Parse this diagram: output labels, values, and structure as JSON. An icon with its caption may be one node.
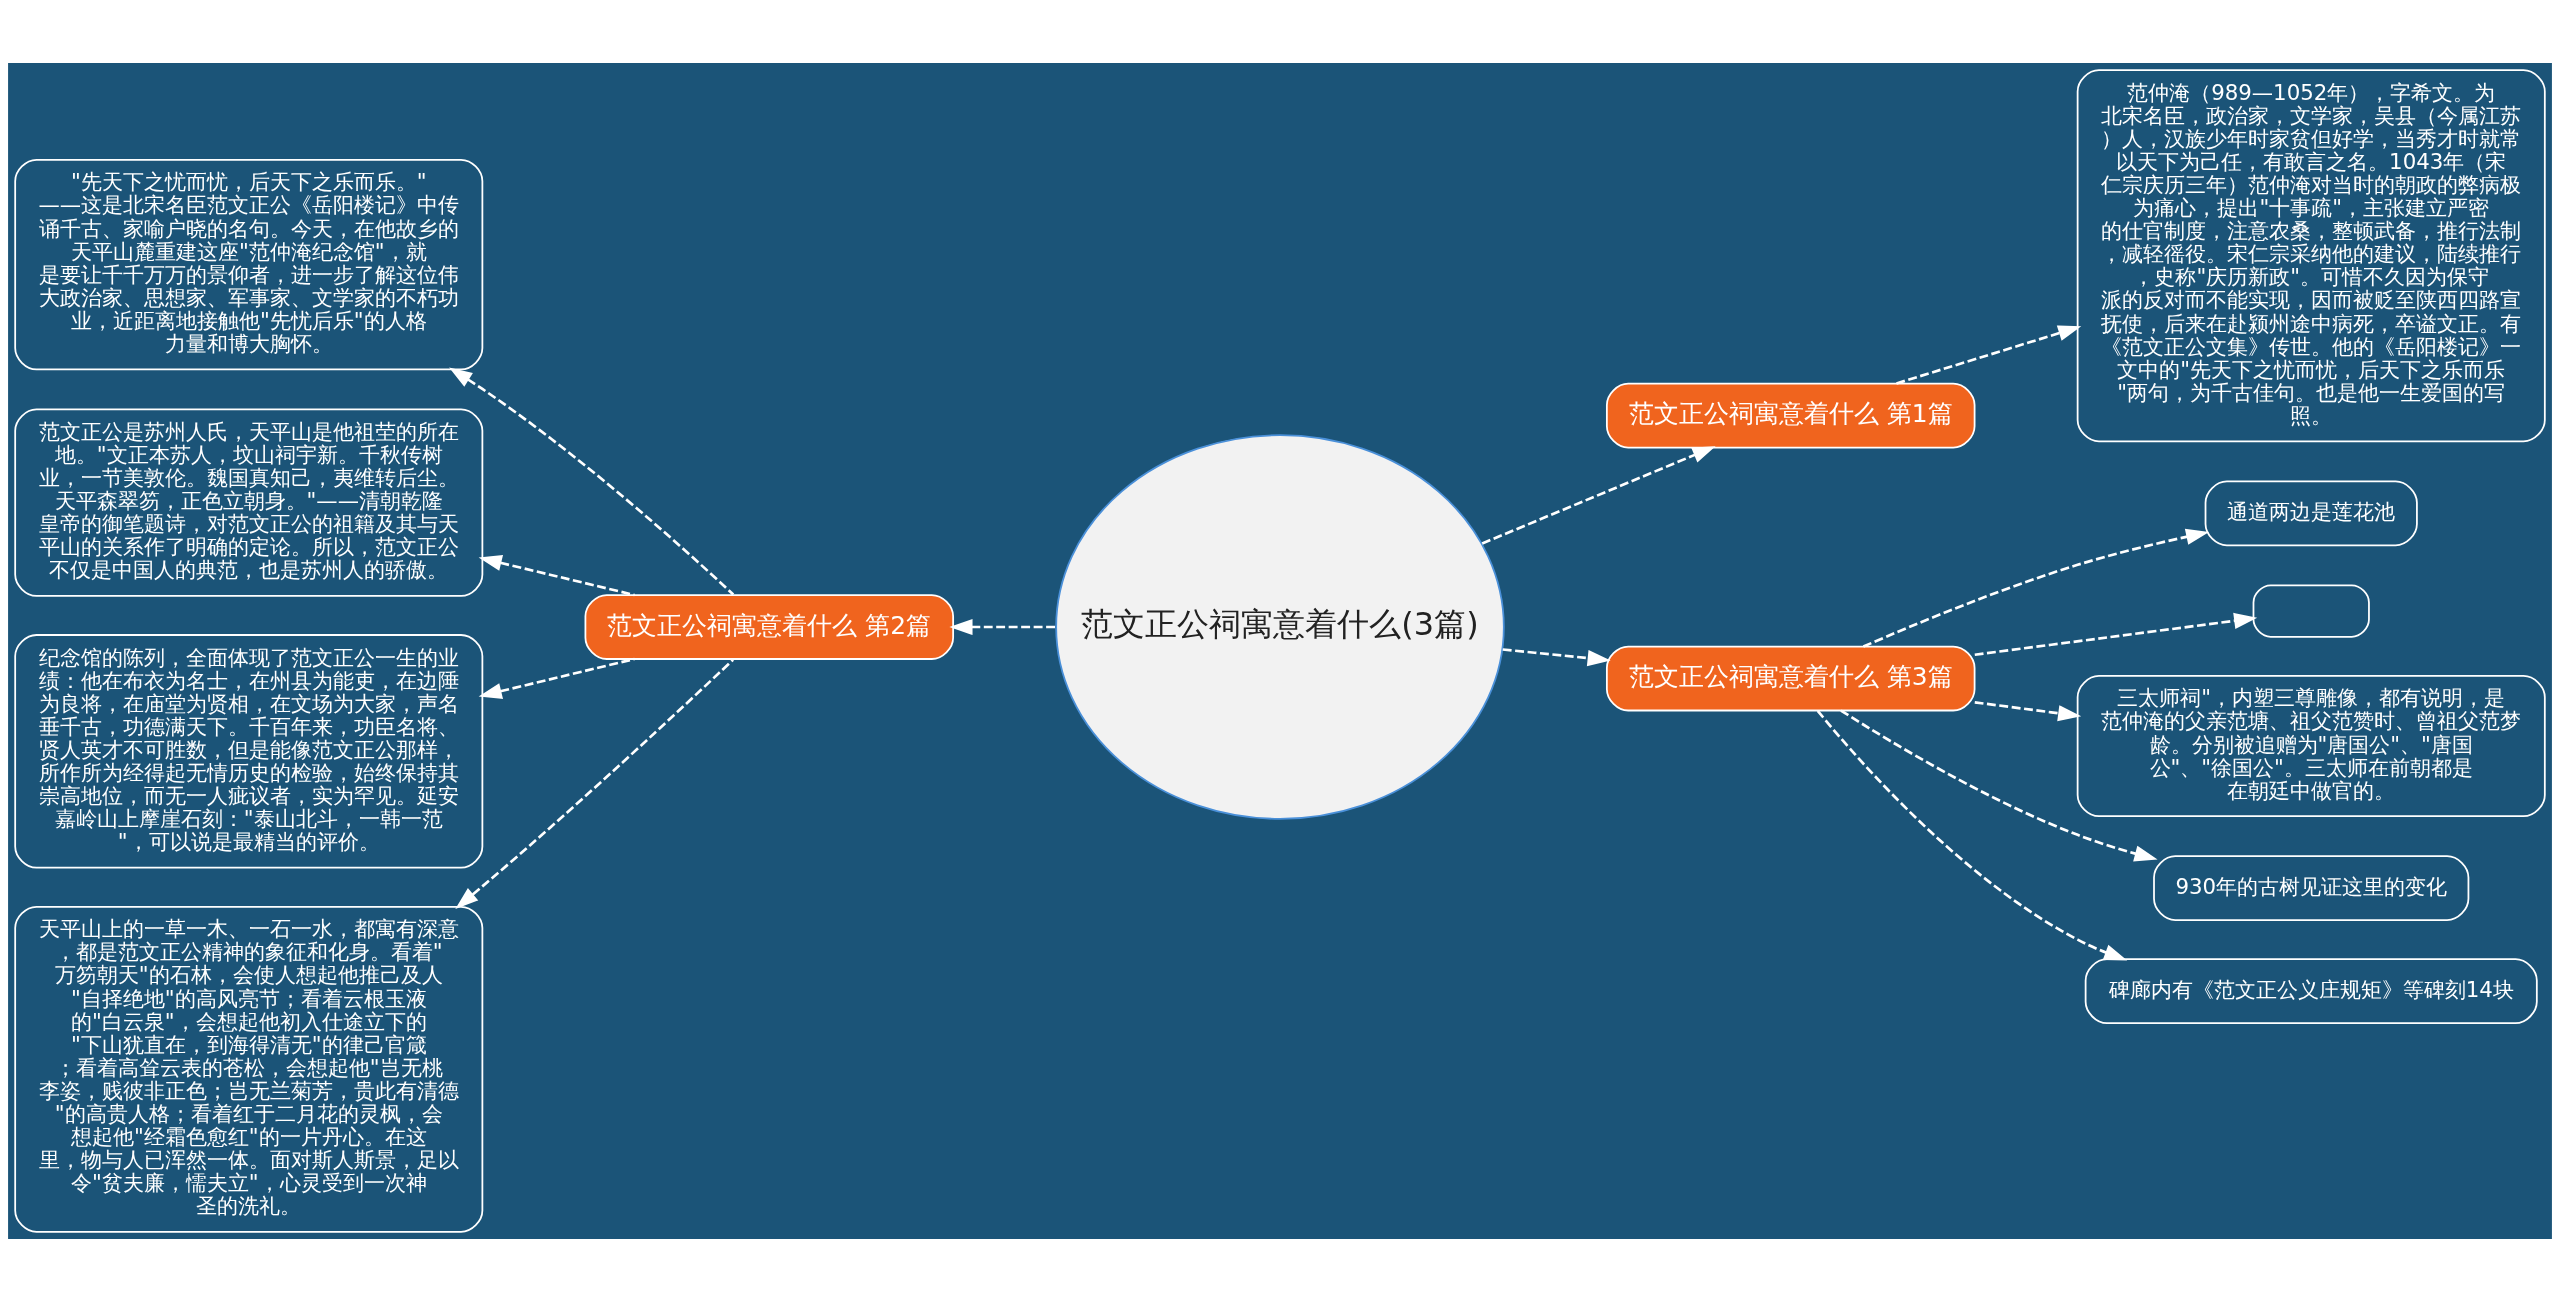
{
  "diagram": {
    "nodes": [
      {
        "text": [
          "范文正公祠寓意着什么(3篇)"
        ]
      },
      {
        "text": [
          "范文正公祠寓意着什么 第1篇"
        ]
      },
      {
        "text": [
          "范仲淹（989—1052年），字希文。为北宋名臣，政治家，文学家，吴县（今属江苏）人，汉族少年时家贫但好学，当秀才时就常以天下为己任，有敢言之名。1043年（宋仁宗庆历三年）范仲淹对当时的朝政的弊病极为痛心，提出\"十事疏\"，主张建立严密的仕官制度，注意农桑，整顿武备，推行法制，减轻徭役。宋仁宗采纳他的建议，陆续推行，史称\"庆历新政\"。可惜不久因为保守派的反对而不能实现，因而被贬至陕西四路宣抚使，后来在赴颍州途中病死，卒谥文正。有《范文正公文集》传世。他的《岳阳楼记》一文中的\"先天下之忧而忧，后天下之乐而乐\"两句，为千古佳句。也是他一生爱国的写照。"
        ]
      },
      {
        "text": [
          "范文正公祠寓意着什么 第2篇"
        ]
      },
      {
        "text": [
          "\"先天下之忧而忧，后天下之乐而乐。\"——这是北宋名臣范文正公《岳阳楼记》中传诵千古、家喻户晓的名句。今天，在他故乡的天平山麓重建这座\"范仲淹纪念馆\"，就是要让千千万万的景仰者，进一步了解这位伟大政治家、思想家、军事家、文学家的不朽功业，近距离地接触他\"先忧后乐\"的人格力量和博大胸怀。"
        ]
      },
      {
        "text": [
          "范文正公是苏州人氏，天平山是他祖茔的所在地。\"文正本苏人，坟山祠宇新。千秋传树业，一节美敦伦。魏国真知己，夷维转后尘。天平森翠笏，正色立朝身。\"——清朝乾隆皇帝的御笔题诗，对范文正公的祖籍及其与天平山的关系作了明确的定论。所以，范文正公不仅是中国人的典范，也是苏州人的骄傲。"
        ]
      },
      {
        "text": [
          "纪念馆的陈列，全面体现了范文正公一生的业绩：他在布衣为名士，在州县为能吏，在边陲为良将，在庙堂为贤相，在文场为大家，声名垂千古，功德满天下。千百年来，功臣名将、贤人英才不可胜数，但是能像范文正公那样，所作所为经得起无情历史的检验，始终保持其崇高地位，而无一人疵议者，实为罕见。延安嘉岭山上摩崖石刻：\"泰山北斗，一韩一范\"，可以说是最精当的评价。"
        ]
      },
      {
        "text": [
          "天平山上的一草一木、一石一水，都寓有深意，都是范文正公精神的象征和化身。看着\"万笏朝天\"的石林，会使人想起他推己及人\"自择绝地\"的高风亮节；看着云根玉液的\"白云泉\"，会想起他初入仕途立下的\"下山犹直在，到海得清无\"的律己官箴；看着高耸云表的苍松，会想起他\"岂无桃李姿，贱彼非正色；岂无兰菊芳，贵此有清德\"的高贵人格；看着红于二月花的灵枫，会想起他\"经霜色愈红\"的一片丹心。在这里，物与人已浑然一体。面对斯人斯景，足以令\"贫夫廉，懦夫立\"，心灵受到一次神圣的洗礼。"
        ]
      },
      {
        "text": [
          "范文正公祠寓意着什么 第3篇"
        ]
      },
      {
        "text": [
          "通道两边是莲花池"
        ]
      },
      {
        "text": [],
        "shape": "box"
      },
      {
        "text": [
          "三太师祠\"，内塑三尊雕像，都有说明，是范仲淹的父亲范塘、祖父范赞时、曾祖父范梦龄。分别被追赠为\"唐国公\"、\"唐国公\"、\"徐国公\"。三太师在前朝都是在朝廷中做官的。"
        ]
      },
      {
        "text": [
          "930年的古树见证这里的变化"
        ]
      },
      {
        "text": [
          "碑廊内有《范文正公义庄规矩》等碑刻14块"
        ]
      }
    ],
    "edges": [
      {
        "from": 0,
        "to": 1,
        "arrow": "to",
        "style": "dashed"
      },
      {
        "from": 1,
        "to": 2,
        "arrow": "to",
        "style": "dashed"
      },
      {
        "from": 0,
        "to": 3,
        "arrow": "to",
        "style": "dashed"
      },
      {
        "from": 3,
        "to": 4,
        "arrow": "to",
        "style": "dashed"
      },
      {
        "from": 3,
        "to": 5,
        "arrow": "to",
        "style": "dashed"
      },
      {
        "from": 3,
        "to": 6,
        "arrow": "to",
        "style": "dashed"
      },
      {
        "from": 3,
        "to": 7,
        "arrow": "to",
        "style": "dashed"
      },
      {
        "from": 0,
        "to": 8,
        "arrow": "to",
        "style": "dashed"
      },
      {
        "from": 8,
        "to": 9,
        "arrow": "to",
        "style": "dashed"
      },
      {
        "from": 8,
        "to": 10,
        "arrow": "to",
        "style": "dashed"
      },
      {
        "from": 8,
        "to": 11,
        "arrow": "to",
        "style": "dashed"
      },
      {
        "from": 8,
        "to": 12,
        "arrow": "to",
        "style": "dashed"
      },
      {
        "from": 8,
        "to": 13,
        "arrow": "to",
        "style": "dashed"
      }
    ]
  }
}
